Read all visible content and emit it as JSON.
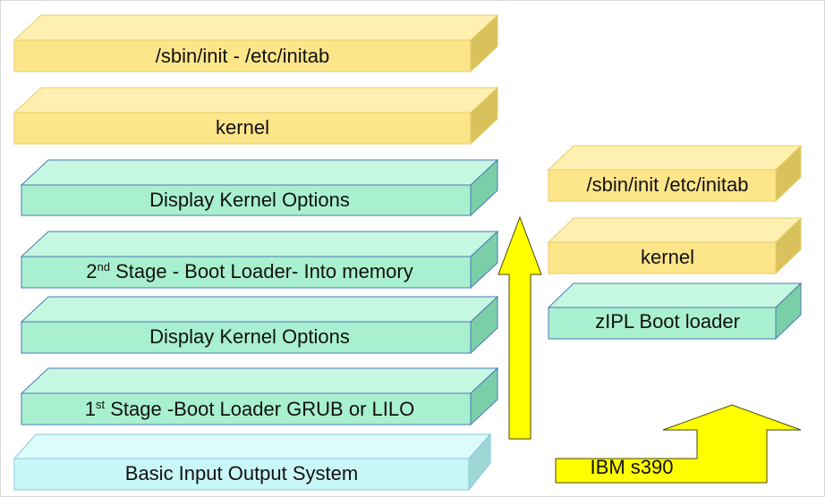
{
  "colors": {
    "yellow_front": "#fde58a",
    "yellow_top": "#fef0b0",
    "yellow_side": "#d9c25c",
    "yellow_edge": "#e7cd6a",
    "green_front": "#a8f0cf",
    "green_top": "#c6f7e0",
    "green_side": "#7acfa8",
    "green_edge": "#4a78b8",
    "cyan_front": "#c9f7f7",
    "cyan_top": "#dcfbfb",
    "cyan_side": "#9fd6d6",
    "cyan_edge": "#86c8dc",
    "arrow_fill": "#ffff00",
    "arrow_stroke": "#4a4a00"
  },
  "left_stack": [
    {
      "id": "left-sbin-init",
      "text": "/sbin/init - /etc/initab",
      "color": "yellow"
    },
    {
      "id": "left-kernel",
      "text": "kernel",
      "color": "yellow"
    },
    {
      "id": "left-display-kernel-options-1",
      "text": "Display Kernel Options",
      "color": "green"
    },
    {
      "id": "left-second-stage",
      "prefix": "2",
      "superscript": "nd",
      "text": " Stage - Boot Loader- Into memory",
      "color": "green"
    },
    {
      "id": "left-display-kernel-options-2",
      "text": "Display Kernel Options",
      "color": "green"
    },
    {
      "id": "left-first-stage",
      "prefix": "1",
      "superscript": "st",
      "text": " Stage -Boot Loader GRUB or LILO",
      "color": "green"
    },
    {
      "id": "left-bios",
      "text": "Basic Input Output System",
      "color": "cyan"
    }
  ],
  "right_stack": [
    {
      "id": "right-sbin-init",
      "text": "/sbin/init /etc/initab",
      "color": "yellow"
    },
    {
      "id": "right-kernel",
      "text": "kernel",
      "color": "yellow"
    },
    {
      "id": "right-zipl",
      "text": "zIPL Boot loader",
      "color": "green"
    }
  ],
  "ibm_arrow_label": "IBM s390"
}
